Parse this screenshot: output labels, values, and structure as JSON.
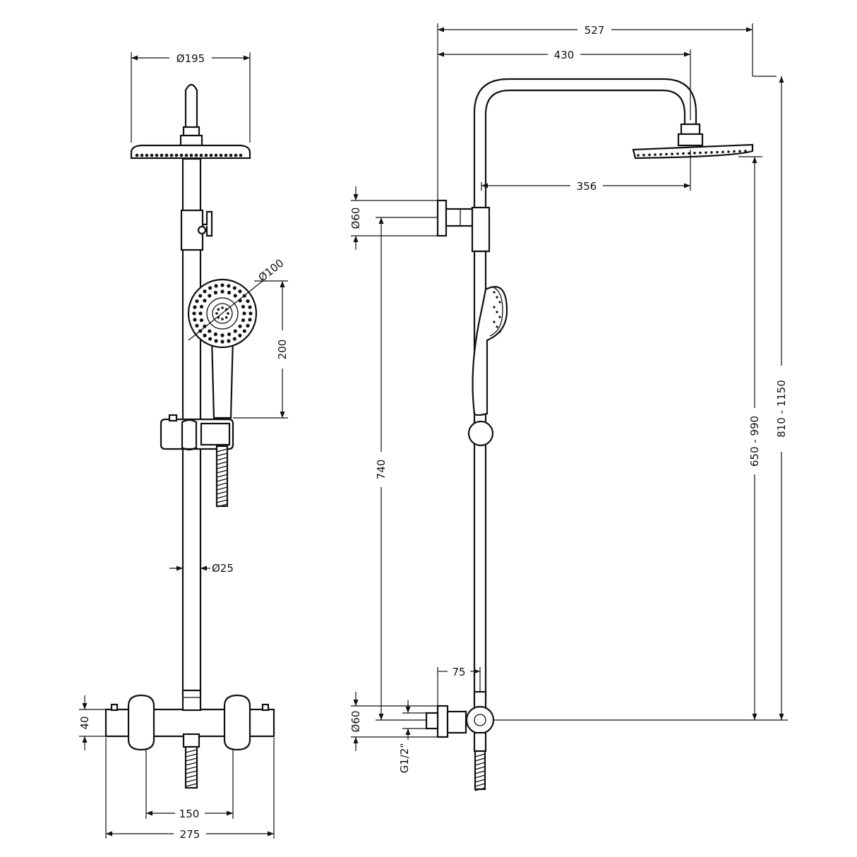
{
  "dimensions": {
    "front_head_diameter": "Ø195",
    "front_handset_diameter": "Ø100",
    "front_handset_length": "200",
    "front_rail_diameter": "Ø25",
    "front_valve_height": "40",
    "front_inlet_centres": "150",
    "front_valve_width": "275",
    "side_total_projection": "527",
    "side_arm_projection": "430",
    "side_arm_reach": "356",
    "side_bracket_diameter": "Ø60",
    "side_bracket_height": "740",
    "side_valve_offset": "75",
    "side_valve_diameter": "Ø60",
    "side_inlet_thread": "G1/2\"",
    "side_head_height": "650 - 990",
    "side_total_height": "810 - 1150"
  }
}
